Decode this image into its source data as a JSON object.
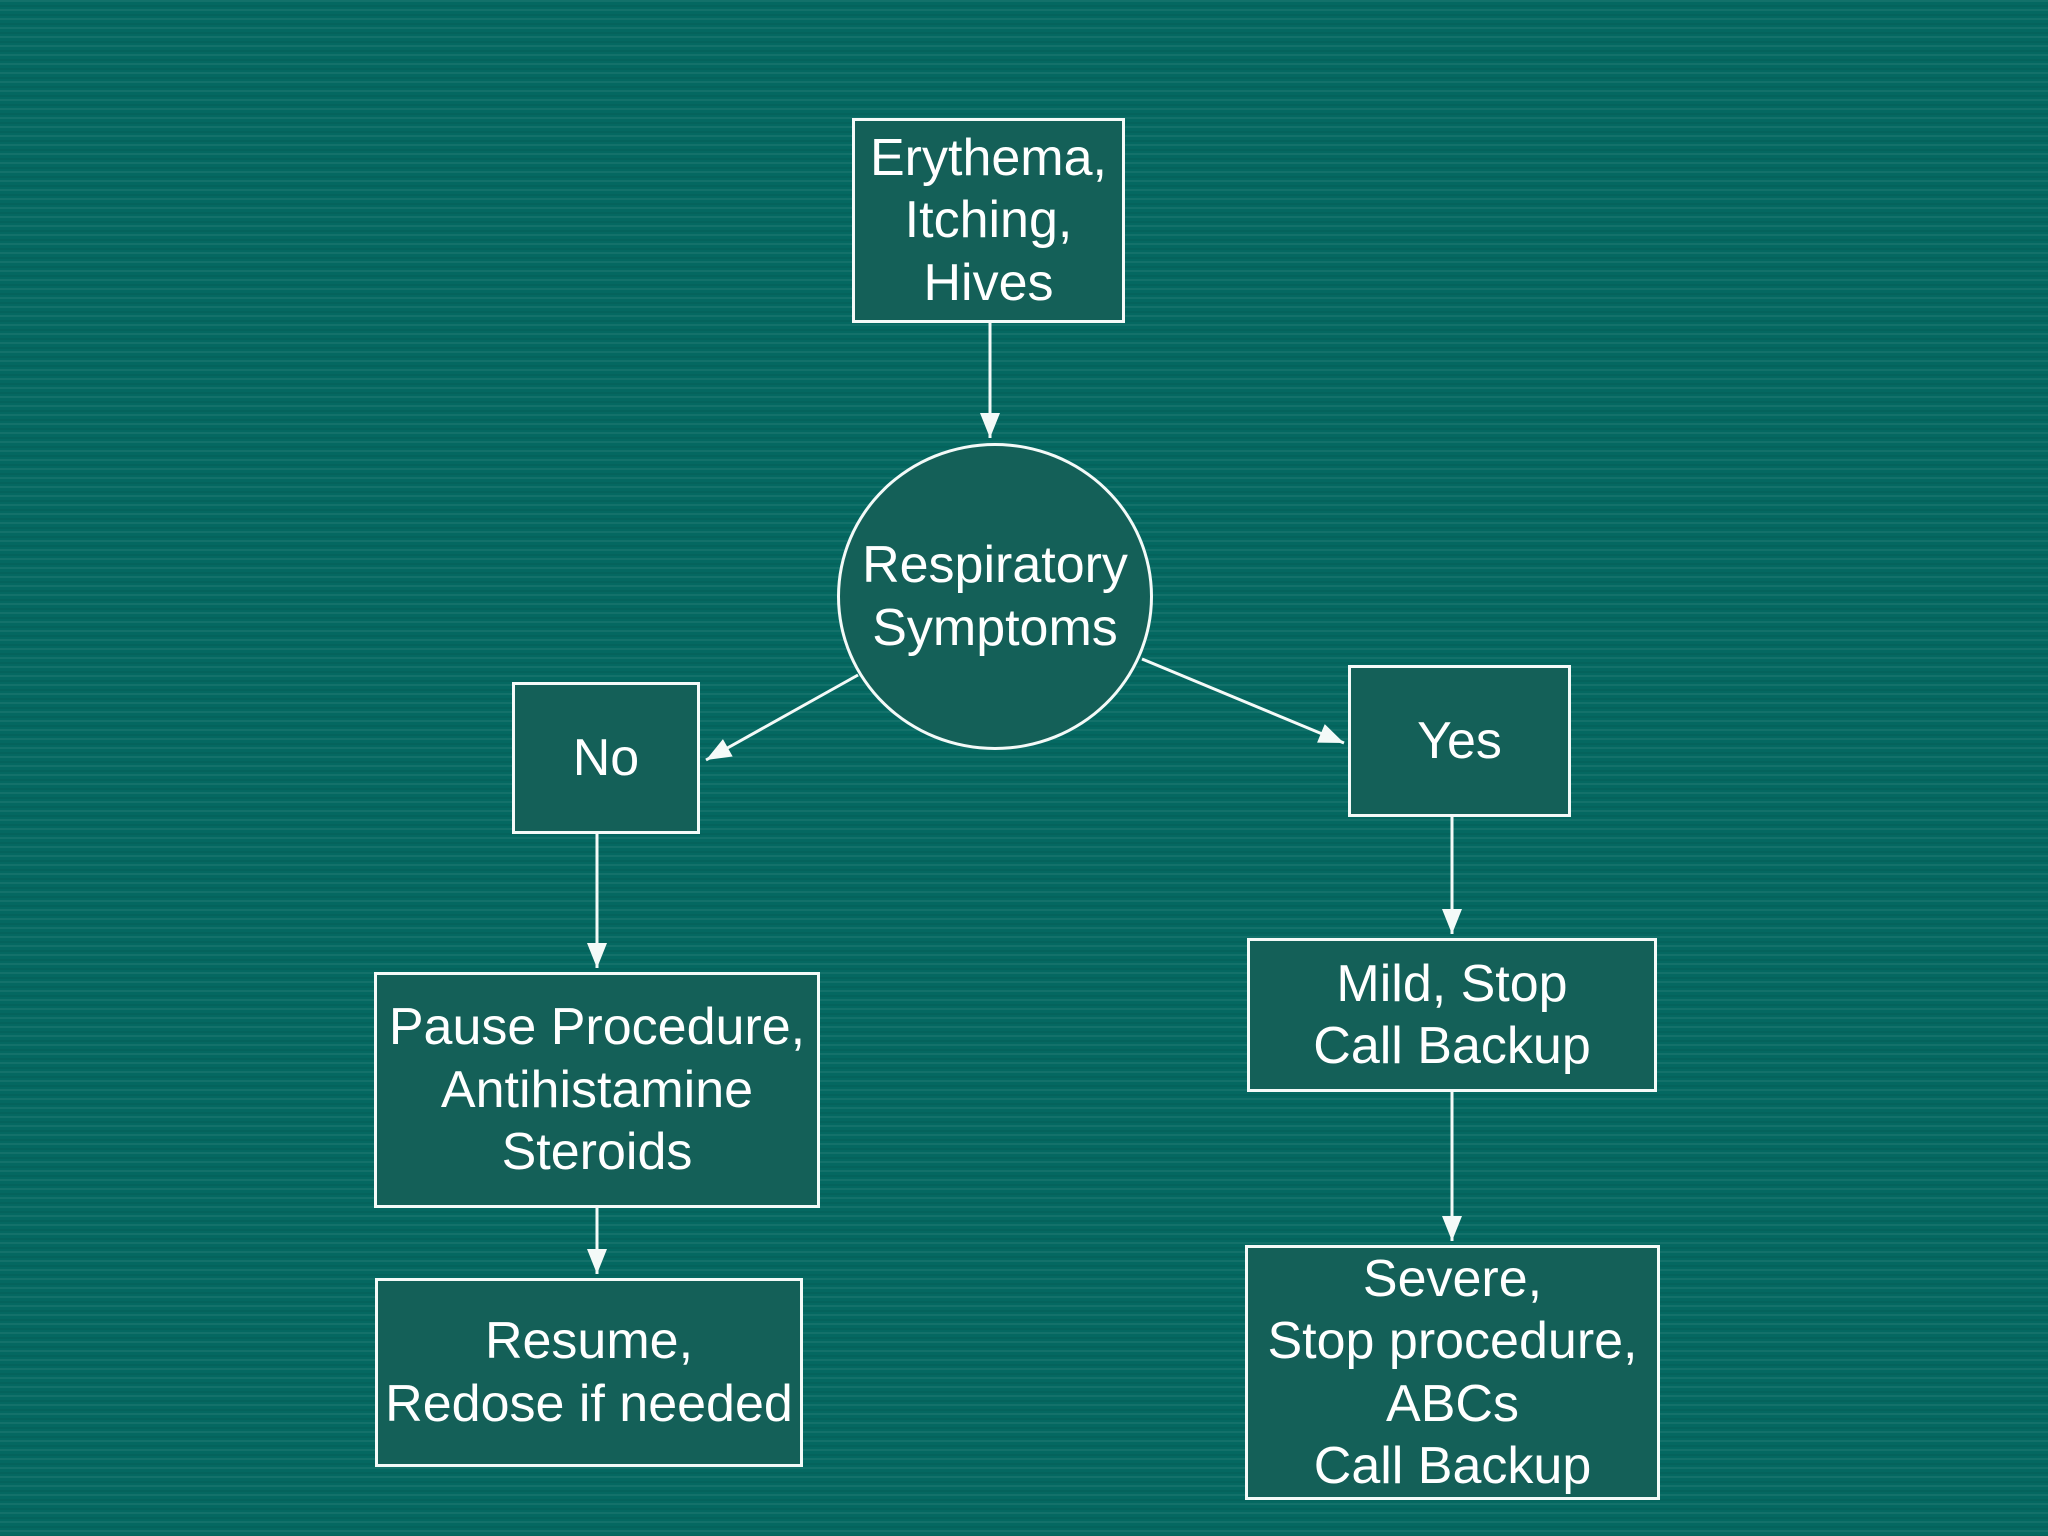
{
  "slide": {
    "background_color": "#046861",
    "shape_fill_color": "#146058",
    "outline_color": "#F4FAF8",
    "text_color": "#FFFFFF"
  },
  "diagram": {
    "type": "flowchart",
    "topic": "allergic reaction management",
    "nodes": {
      "erythema": {
        "shape": "rectangle",
        "lines": [
          "Erythema,",
          "Itching,",
          "Hives"
        ]
      },
      "respiratory": {
        "shape": "circle",
        "lines": [
          "Respiratory",
          "Symptoms"
        ]
      },
      "no": {
        "shape": "rectangle",
        "lines": [
          "No"
        ]
      },
      "yes": {
        "shape": "rectangle",
        "lines": [
          "Yes"
        ]
      },
      "pause": {
        "shape": "rectangle",
        "lines": [
          "Pause Procedure,",
          "Antihistamine",
          "Steroids"
        ]
      },
      "resume": {
        "shape": "rectangle",
        "lines": [
          "Resume,",
          "Redose if needed"
        ]
      },
      "mild": {
        "shape": "rectangle",
        "lines": [
          "Mild, Stop",
          "Call Backup"
        ]
      },
      "severe": {
        "shape": "rectangle",
        "lines": [
          "Severe,",
          "Stop procedure,",
          "ABCs",
          "Call Backup"
        ]
      }
    },
    "edges": [
      {
        "from": "erythema",
        "to": "respiratory"
      },
      {
        "from": "respiratory",
        "to": "no"
      },
      {
        "from": "respiratory",
        "to": "yes"
      },
      {
        "from": "no",
        "to": "pause"
      },
      {
        "from": "pause",
        "to": "resume"
      },
      {
        "from": "yes",
        "to": "mild"
      },
      {
        "from": "mild",
        "to": "severe"
      }
    ]
  }
}
